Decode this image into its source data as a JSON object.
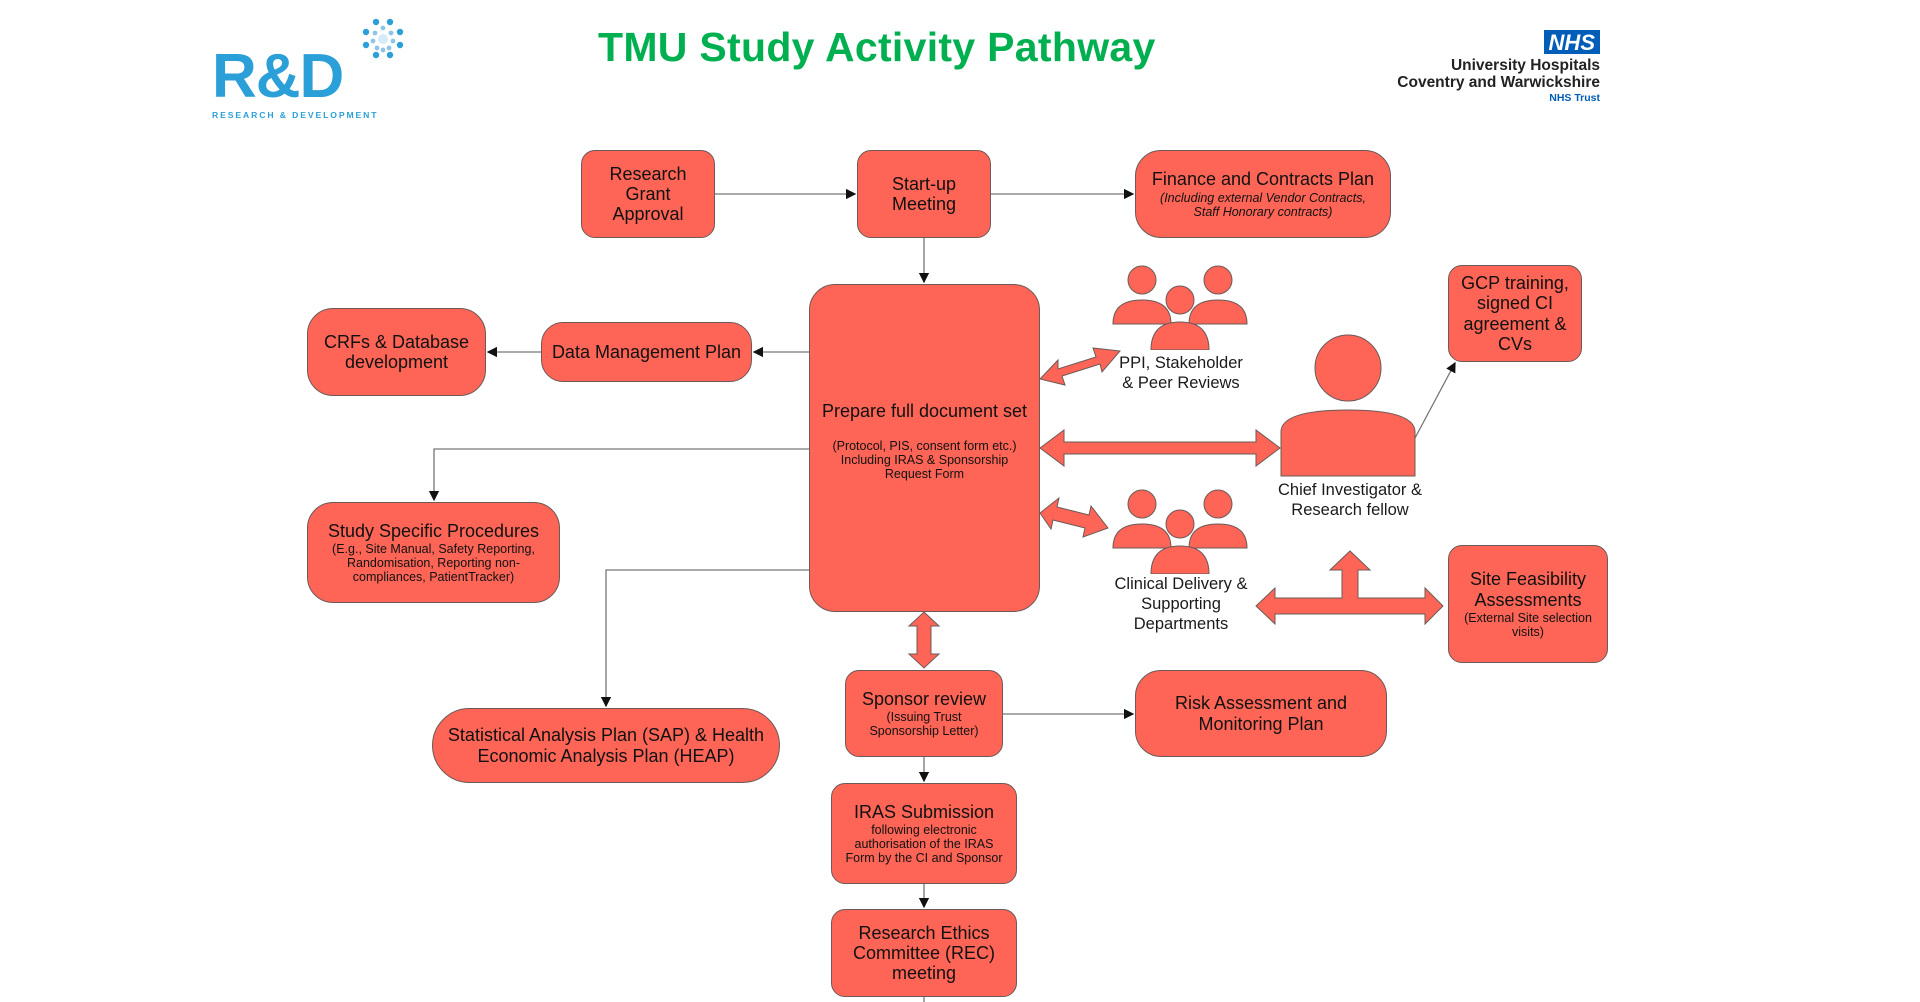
{
  "header": {
    "title": "TMU Study Activity Pathway",
    "rd_logo": {
      "text": "R&D",
      "subtitle": "RESEARCH & DEVELOPMENT"
    },
    "nhs_logo": {
      "badge": "NHS",
      "line1": "University Hospitals",
      "line2": "Coventry and Warwickshire",
      "line3": "NHS Trust"
    }
  },
  "colors": {
    "node_fill": "#fe6556",
    "title": "#00b050",
    "rd_blue": "#2a9fd8",
    "nhs_blue": "#005eb8"
  },
  "nodes": {
    "grant": {
      "title": "Research Grant Approval"
    },
    "startup": {
      "title": "Start-up Meeting"
    },
    "finance": {
      "title": "Finance and Contracts Plan",
      "note": "(Including external Vendor Contracts, Staff Honorary contracts)"
    },
    "prepare": {
      "title": "Prepare full document set",
      "note": "(Protocol, PIS, consent form etc.) Including IRAS & Sponsorship Request Form"
    },
    "dmp": {
      "title": "Data Management Plan"
    },
    "crf": {
      "title": "CRFs & Database development"
    },
    "ssp": {
      "title": "Study Specific Procedures",
      "note": "(E.g., Site Manual, Safety Reporting, Randomisation, Reporting non-compliances, PatientTracker)"
    },
    "sap": {
      "title": "Statistical Analysis Plan (SAP) & Health Economic Analysis Plan (HEAP)"
    },
    "sponsor": {
      "title": "Sponsor review",
      "note": "(Issuing Trust Sponsorship Letter)"
    },
    "risk": {
      "title": "Risk Assessment and Monitoring Plan"
    },
    "iras": {
      "title": "IRAS Submission",
      "note": "following electronic authorisation of the IRAS Form by the CI and Sponsor"
    },
    "rec": {
      "title": "Research Ethics Committee (REC) meeting"
    },
    "gcp": {
      "title": "GCP training, signed CI agreement & CVs"
    },
    "site": {
      "title": "Site Feasibility Assessments",
      "note": "(External Site selection visits)"
    }
  },
  "people": {
    "ppi": {
      "label": "PPI, Stakeholder & Peer Reviews"
    },
    "clinical": {
      "label": "Clinical Delivery & Supporting Departments"
    },
    "ci": {
      "label": "Chief Investigator & Research fellow"
    }
  }
}
